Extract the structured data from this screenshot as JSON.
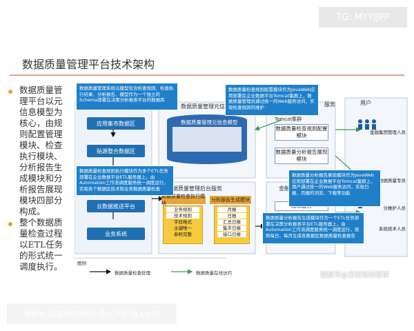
{
  "watermark_top": "TG: MYYJJPP",
  "watermark_bottom": "www.appaomen-duchang.com",
  "watermark_brand": "搜狐号@无忧知识星球",
  "title": "数据质量管理平台技术架构",
  "bullets": [
    "数据质量管理平台以元信息模型为核心，由规则配置管理模块、检查执行模块、分析报告生成模块和分析报告展现模块四部分构成。",
    "整个数据质量检查过程以ETL任务的形式统一调度执行。"
  ],
  "left_systems": [
    "应用集市数据区",
    "贴源整合数据区",
    "云数据推送平台",
    "业务系统"
  ],
  "services": {
    "meta_header": "数据质量管理元信息",
    "meta_model": "数据质量管理元信息模型",
    "web_header": "服务",
    "rule_config": "数据质量检查规则配置模块",
    "report_display": "数据质量分析报告展现模块",
    "tomcat": "Tomcat集群",
    "backend_header": "数据质量管理后台服务",
    "exec_module": "数据质量检查执行模块",
    "report_gen": "分析报告生成模块",
    "business_rules": "业务规则",
    "tech_rules": "技术规则",
    "rule_items": [
      "字段格式",
      "主键唯一",
      "参照完整"
    ],
    "monthly": "月报",
    "daily": "日报",
    "report_items": [
      "汇总日报",
      "集市日报",
      "接口日报"
    ],
    "finance_header": "金融",
    "display_service": "展现服务",
    "users_header": "用户",
    "user_roles": [
      "金融集团管理人员",
      "数据质量专员",
      "分推护人员",
      "系统技术人员"
    ]
  },
  "callouts": [
    "数据质量管理系统元模型包含检查规则、检查执行结果、分析报告、模型作为一个独立的Schema部署在决策分析报表平台的数据库",
    "数据质量检查规则配置模块作为JavaWeb应用部署在企业数据平台Tomcat集群上，数据质量管理员通过统一的Web服务访问，实现检查规则的维护",
    "数据质量检查规则执行模块作为多个ETL任务部署在企业数据平台ETL服务器上，由Automation工作流调度服务统一调度运行，实现各个数据区技术和业务数据质量检查",
    "数据质量分析报告展现模块作为JavaWeb应用部署在企业数据平台Tomcat集群上，用户通过统一的Web服务访问，实现日报、月报的浏览、下载等功能",
    "数据质量分析报告生成模块作为一个ETL任务部署在决策分析报表平台ETL服务器上，由Automation工作流调度服务统一调度运行，按照每日、每月生成各数据区数据质量检查报告"
  ],
  "legend": {
    "title": "图例",
    "items": [
      "数据质量检查处理",
      "数据质量在线访问"
    ]
  },
  "colors": {
    "primary_blue": "#1f6fb3",
    "accent_yellow": "#f7c93c",
    "accent_green": "#3a9a50"
  }
}
